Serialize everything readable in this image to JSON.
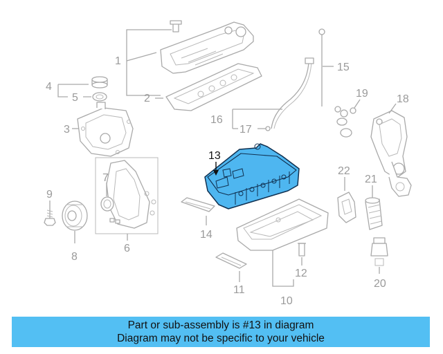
{
  "diagram": {
    "highlight_color": "#4eb6f0",
    "callouts": [
      "1",
      "2",
      "3",
      "4",
      "5",
      "6",
      "7",
      "8",
      "9",
      "10",
      "11",
      "12",
      "13",
      "14",
      "15",
      "16",
      "17",
      "18",
      "19",
      "20",
      "21",
      "22"
    ],
    "highlighted_callout": "13"
  },
  "banner": {
    "color": "#53bff3",
    "line1": "Part or sub-assembly is #13 in diagram",
    "line2": "Diagram may not be specific to your vehicle"
  }
}
